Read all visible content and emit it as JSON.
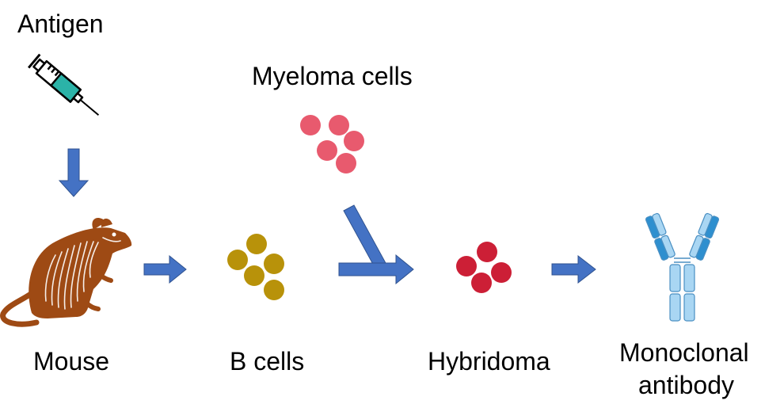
{
  "labels": {
    "antigen": "Antigen",
    "myeloma": "Myeloma cells",
    "mouse": "Mouse",
    "b_cells": "B cells",
    "hybridoma": "Hybridoma",
    "antibody_line1": "Monoclonal",
    "antibody_line2": "antibody"
  },
  "icons": {
    "syringe": "syringe-icon",
    "mouse": "mouse-icon",
    "b_cells": "b-cell-cluster-icon",
    "myeloma": "myeloma-cell-cluster-icon",
    "hybridoma": "hybridoma-cell-cluster-icon",
    "antibody": "antibody-icon"
  },
  "colors": {
    "arrow": "#4472c4",
    "mouse": "#9e4a14",
    "b_cells": "#b8920a",
    "myeloma": "#e85a6e",
    "hybridoma": "#cc1f36",
    "antibody_dark": "#2e8fcf",
    "antibody_light": "#a9d6f3",
    "syringe_fill": "#2bb3a8"
  }
}
